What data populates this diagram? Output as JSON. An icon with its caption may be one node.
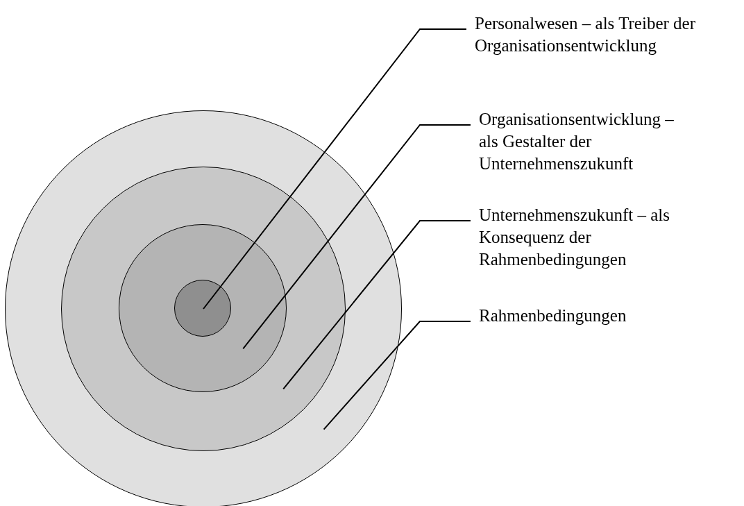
{
  "diagram": {
    "nodes": [
      {
        "text": [],
        "shape": "circle"
      },
      {
        "text": [],
        "shape": "circle",
        "in": 0
      },
      {
        "text": [],
        "shape": "circle",
        "in": 1
      },
      {
        "text": [],
        "shape": "circle",
        "in": 2
      },
      {
        "text": [
          "Personalwesen – als Treiber der Organisationsentwicklung"
        ]
      },
      {
        "text": [
          "Organisationsentwicklung – als Gestalter der Unternehmenszukunft"
        ]
      },
      {
        "text": [
          "Unternehmenszukunft – als Konsequenz der Rahmenbedingungen"
        ]
      },
      {
        "text": [
          "Rahmenbedingungen"
        ]
      }
    ],
    "edges": [
      {
        "from": 4,
        "to": 3,
        "arrow": "none"
      },
      {
        "from": 5,
        "to": 2,
        "arrow": "none"
      },
      {
        "from": 6,
        "to": 1,
        "arrow": "none"
      },
      {
        "from": 7,
        "to": 0,
        "arrow": "none"
      }
    ]
  }
}
